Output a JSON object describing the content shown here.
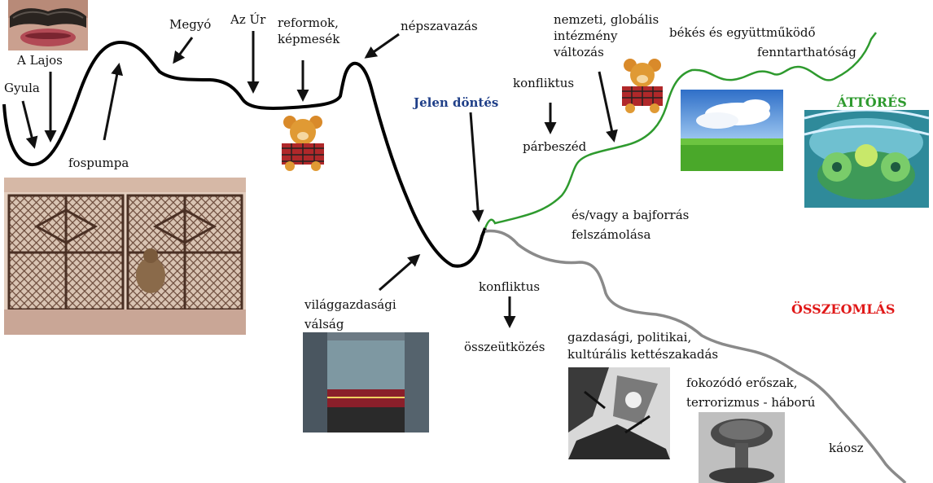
{
  "labels": {
    "gyula": "Gyula",
    "lajos": "A Lajos",
    "fospumpa": "fospumpa",
    "megyo": "Megyó",
    "azur": "Az Úr",
    "reformok": "reformok,\nképmesék",
    "nepszavazas": "népszavazás",
    "jelen": "Jelen döntés",
    "nemzeti": "nemzeti, globális\nintézmény\nváltozás",
    "bekes": "békés és együttműködő",
    "fennt": "fenntarthatóság",
    "konfliktus_top": "konfliktus",
    "parbeszed": "párbeszéd",
    "attores": "ÁTTÖRÉS",
    "bajforras": "és/vagy a bajforrás\nfelszámolása",
    "osszeomlas": "ÖSSZEOMLÁS",
    "vilaggazd": "világgazdasági\nválság",
    "konfliktus_bottom": "konfliktus",
    "osszeutkozes": "összeütközés",
    "gazdasagi": "gazdasági, politikai,\nkultúrális kettészakadás",
    "fokozodo": "fokozódó erőszak,\nterrorizmus - háború",
    "kaosz": "káosz"
  },
  "colors": {
    "history": "#000000",
    "breakthrough": "#2e9a2e",
    "collapse": "#8a8a8a",
    "jelen": "#1f3f88",
    "attores": "#2e9a2e",
    "osszeomlas": "#e01818"
  },
  "images": {
    "mustache": "mustache-photo",
    "monkey": "monkey-on-grate-photo",
    "teddy1": "teddy-bear-image",
    "teddy2": "teddy-bear-image",
    "landscape": "green-field-blue-sky-photo",
    "fractal": "fractal-image",
    "building": "times-square-building-photo",
    "guernica": "guernica-painting",
    "nuke": "mushroom-cloud-photo"
  }
}
